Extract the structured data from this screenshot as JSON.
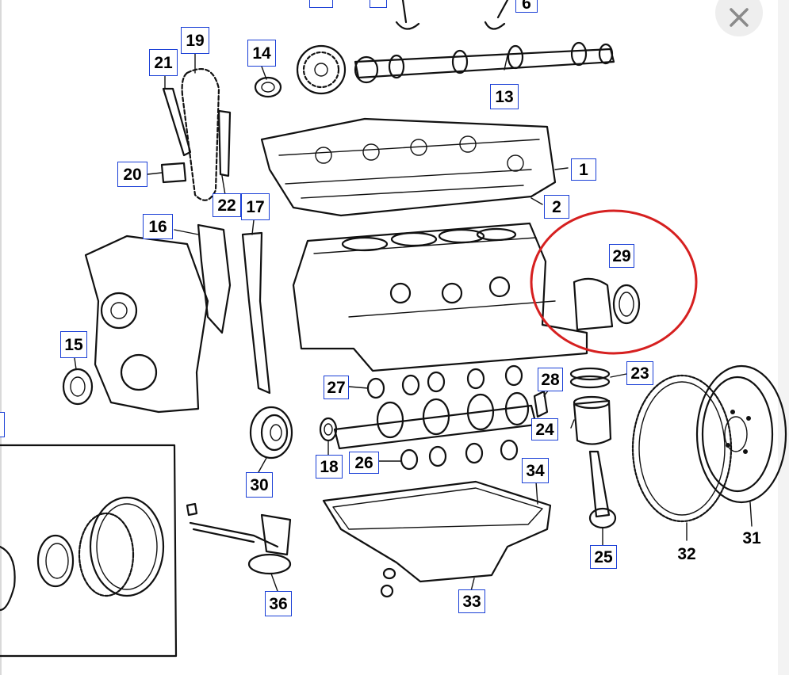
{
  "diagram": {
    "labels": {
      "l1": "1",
      "l2": "2",
      "l6": "6",
      "l13": "13",
      "l14": "14",
      "l15": "15",
      "l16": "16",
      "l17": "17",
      "l18": "18",
      "l19": "19",
      "l20": "20",
      "l21": "21",
      "l22": "22",
      "l23": "23",
      "l24": "24",
      "l25": "25",
      "l26": "26",
      "l27": "27",
      "l28": "28",
      "l29": "29",
      "l30": "30",
      "l31": "31",
      "l32": "32",
      "l33": "33",
      "l34": "34",
      "l36": "36"
    },
    "highlight_color": "#d62020",
    "label_border_color": "#1a3fd6"
  },
  "close_button": {
    "icon": "close-icon"
  }
}
